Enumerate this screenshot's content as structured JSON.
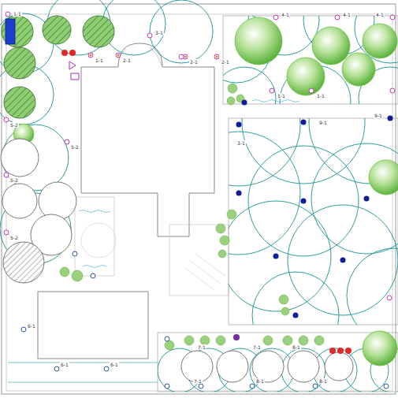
{
  "diagram": {
    "labels": [
      "1-1",
      "1-1",
      "2-1",
      "3-1",
      "2-1",
      "2-1",
      "4-1",
      "4-1",
      "4-1",
      "1-1",
      "1-1",
      "9-1",
      "9-1",
      "3-1",
      "5-2",
      "5-2",
      "5-2",
      "5-2",
      "6-1",
      "6-1",
      "6-1",
      "7-1",
      "7-1",
      "8-1",
      "7-1",
      "8-1",
      "8-1"
    ]
  }
}
